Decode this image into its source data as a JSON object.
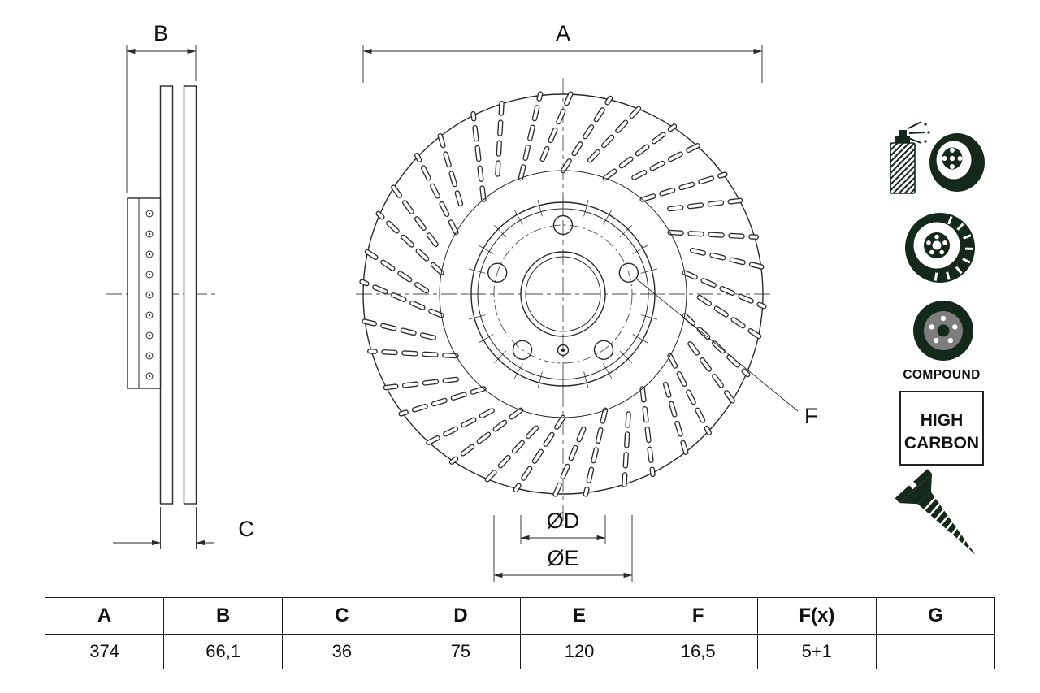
{
  "diagram": {
    "labels": {
      "A": "A",
      "B": "B",
      "C": "C",
      "F": "F",
      "D": "ØD",
      "E": "ØE"
    }
  },
  "icons": {
    "coating_spray": "spray-coated-disc-icon",
    "vented_disc": "vented-brake-disc-icon",
    "compound_disc": "compound-disc-icon",
    "compound_label": "COMPOUND",
    "high_carbon": [
      "HIGH",
      "CARBON"
    ],
    "screw": "countersunk-screw-icon"
  },
  "table": {
    "headers": [
      "A",
      "B",
      "C",
      "D",
      "E",
      "F",
      "F(x)",
      "G"
    ],
    "values": [
      "374",
      "66,1",
      "36",
      "75",
      "120",
      "16,5",
      "5+1",
      ""
    ]
  },
  "colors": {
    "line": "#2a2a2a",
    "icon": "#15281c"
  }
}
